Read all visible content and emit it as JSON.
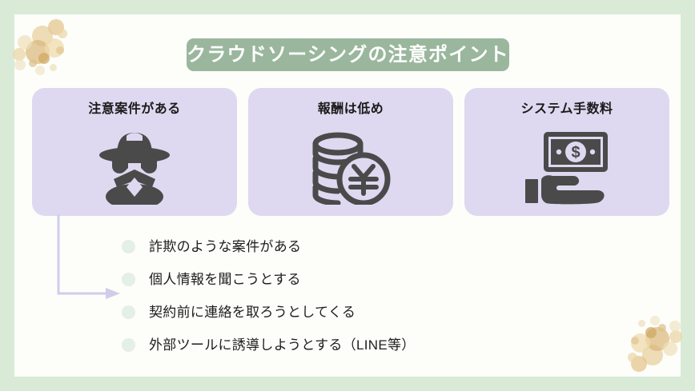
{
  "slide": {
    "title": "クラウドソーシングの注意ポイント",
    "background_color": "#d9ebd7",
    "panel_color": "#fdfdfa",
    "banner_color": "#9ab79d",
    "card_color": "#ded9f0",
    "arrow_color": "#cfcdea",
    "bullet_dot_color": "#e4efe5",
    "icon_color": "#4a4a4a",
    "decoration_color": "#d8bb7e"
  },
  "cards": [
    {
      "title": "注意案件がある",
      "icon": "spy-detective-icon"
    },
    {
      "title": "報酬は低め",
      "icon": "yen-coins-icon"
    },
    {
      "title": "システム手数料",
      "icon": "hand-holding-money-icon"
    }
  ],
  "bullets": [
    {
      "text": "詐欺のような案件がある"
    },
    {
      "text": "個人情報を聞こうとする"
    },
    {
      "text": "契約前に連絡を取ろうとしてくる"
    },
    {
      "text": "外部ツールに誘導しようとする（LINE等）"
    }
  ]
}
